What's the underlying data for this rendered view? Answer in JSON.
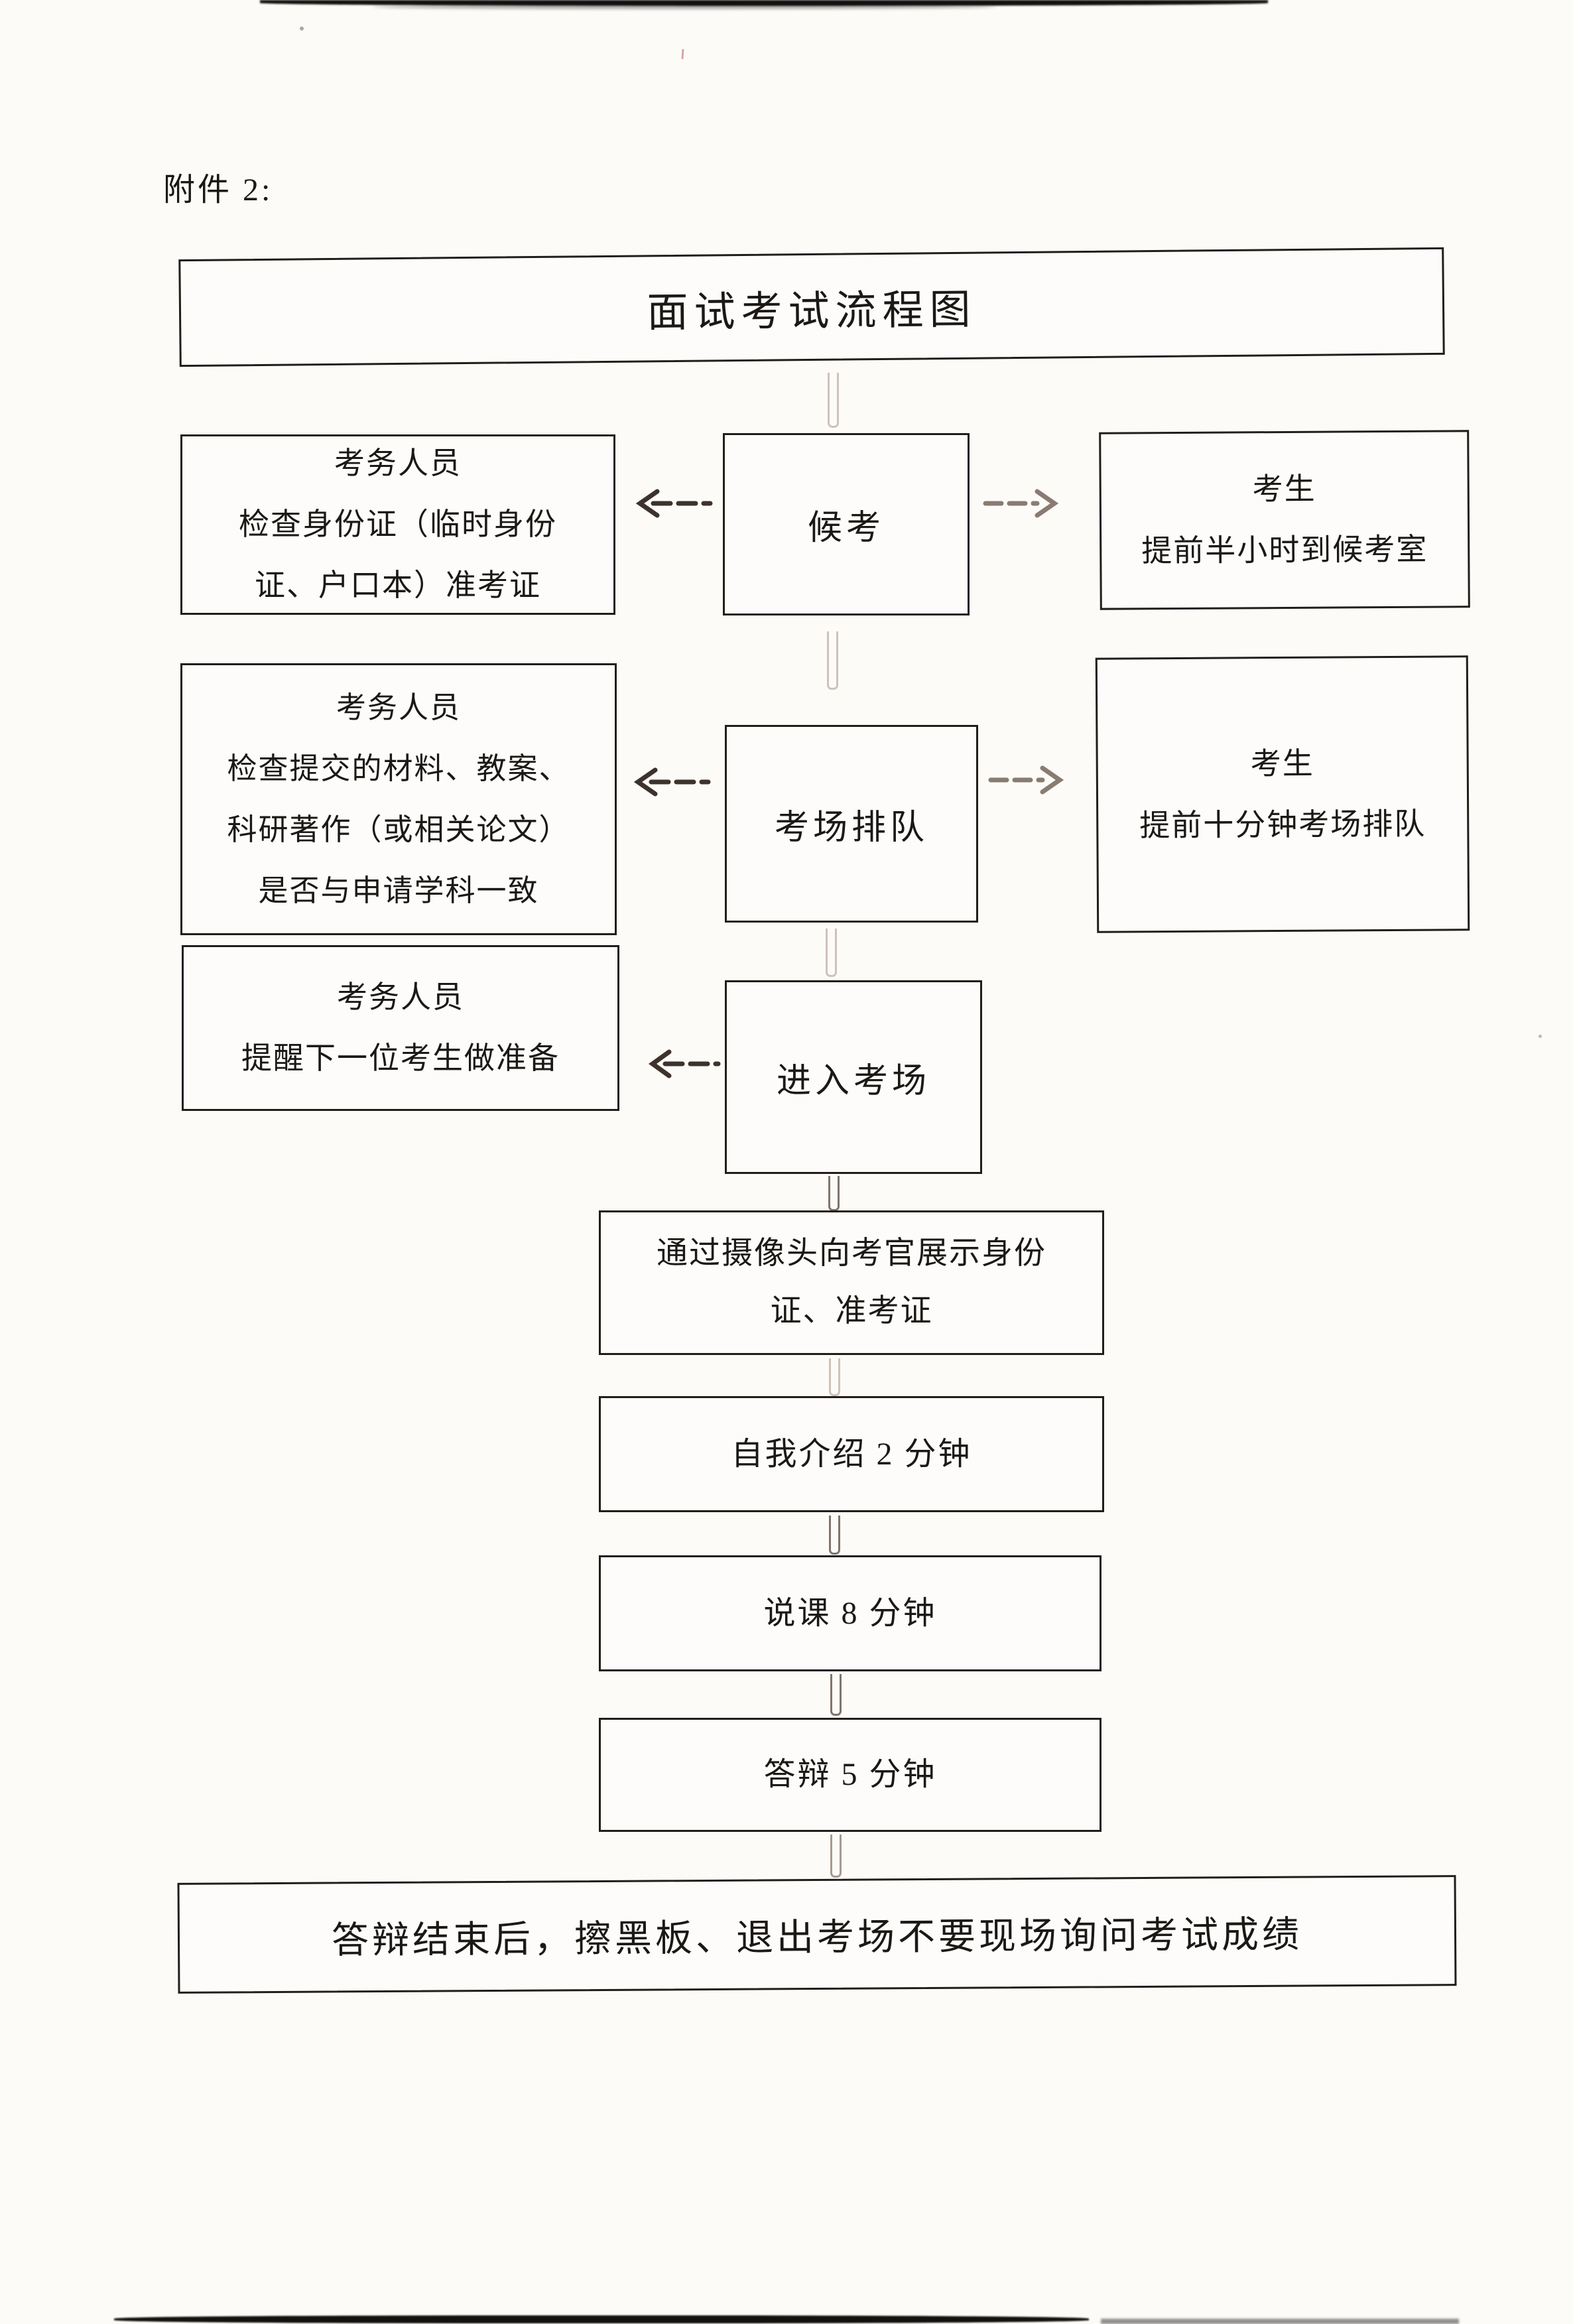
{
  "page": {
    "attachment_label": "附件 2:",
    "title": "面试考试流程图"
  },
  "colors": {
    "ink": "#1b1815",
    "box_border": "#211d19",
    "paper": "#fcfbf8",
    "arrow_dark": "#3d332c",
    "arrow_faded": "#8a7b72",
    "connector_faded": "#cfc1ba"
  },
  "icons": {
    "arrow_left": "dashed-arrow-left",
    "arrow_right": "dashed-arrow-right",
    "connector": "vertical-double-line"
  },
  "boxes": {
    "staff_check_id": {
      "lines": [
        "考务人员",
        "检查身份证（临时身份",
        "证、户口本）准考证"
      ]
    },
    "wait_exam": {
      "label": "候考"
    },
    "candidate_arrive": {
      "lines": [
        "考生",
        "提前半小时到候考室"
      ]
    },
    "staff_check_materials": {
      "lines": [
        "考务人员",
        "检查提交的材料、教案、",
        "科研著作（或相关论文）",
        "是否与申请学科一致"
      ]
    },
    "queue_exam_room": {
      "label": "考场排队"
    },
    "candidate_queue": {
      "lines": [
        "考生",
        "提前十分钟考场排队"
      ]
    },
    "staff_remind_next": {
      "lines": [
        "考务人员",
        "提醒下一位考生做准备"
      ]
    },
    "enter_exam_room": {
      "label": "进入考场"
    },
    "show_id_via_camera": {
      "lines": [
        "通过摄像头向考官展示身份",
        "证、准考证"
      ]
    },
    "self_intro": {
      "label": "自我介绍 2 分钟"
    },
    "lesson_presentation": {
      "label": "说课 8 分钟"
    },
    "defense": {
      "label": "答辩 5 分钟"
    },
    "end_note": {
      "label": "答辩结束后，擦黑板、退出考场不要现场询问考试成绩"
    }
  }
}
